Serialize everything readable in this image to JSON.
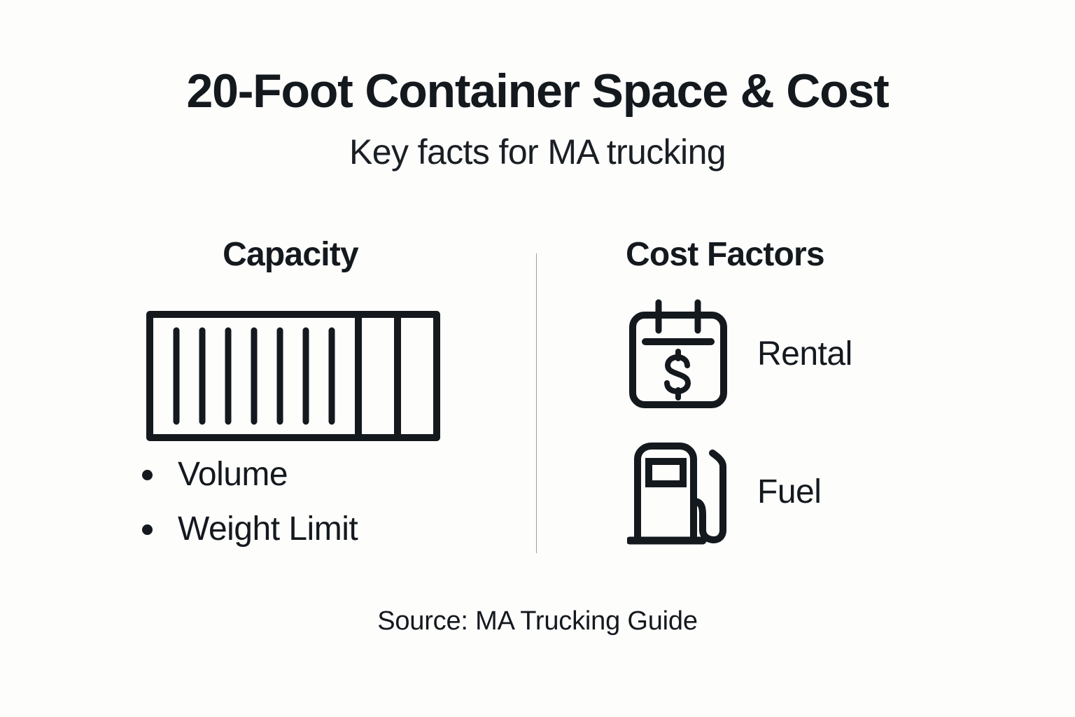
{
  "header": {
    "title": "20-Foot Container Space & Cost",
    "subtitle": "Key facts for MA trucking"
  },
  "columns": [
    {
      "heading": "Capacity",
      "icon": "shipping-container-icon",
      "bullets": [
        "Volume",
        "Weight Limit"
      ]
    },
    {
      "heading": "Cost Factors",
      "factors": [
        {
          "icon": "calendar-dollar-icon",
          "label": "Rental"
        },
        {
          "icon": "fuel-pump-icon",
          "label": "Fuel"
        }
      ]
    }
  ],
  "footer": {
    "source": "Source: MA Trucking Guide"
  },
  "colors": {
    "background": "#fdfdfc",
    "ink": "#14191e",
    "divider": "#9aa0a6"
  }
}
